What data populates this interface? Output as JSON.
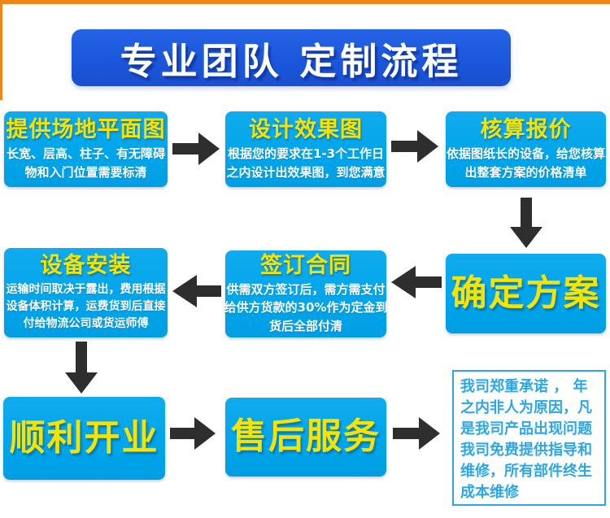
{
  "page": {
    "background": "#ffffff",
    "top_border_color": "#F08519",
    "left_border_color": "#F08519"
  },
  "colors": {
    "banner_bg": "#1B57DC",
    "box_bg": "#00A5EA",
    "title_yellow": "#F6E300",
    "body_white": "#FFFFFF",
    "arrow": "#2E2E2E",
    "promise_blue": "#2BA7E9"
  },
  "icons": {
    "arrow_right": "solid-right-flow-arrow",
    "arrow_left": "solid-left-flow-arrow",
    "arrow_down": "solid-down-flow-arrow"
  },
  "banner": {
    "title": "专业团队 定制流程"
  },
  "steps": {
    "step1": {
      "title": "提供场地平面图",
      "body": "长宽、层高、柱子、有无障碍\n物和入门位置需要标清"
    },
    "step2": {
      "title": "设计效果图",
      "body": "根据您的要求在1-3个工作日\n之内设计出效果图，到您满意"
    },
    "step3": {
      "title": "核算报价",
      "body": "依据图纸长的设备，给您核算\n出整套方案的价格清单"
    },
    "step4": {
      "title": "确定方案"
    },
    "step5": {
      "title": "签订合同",
      "body": "供需双方签订后，需方需支付\n给供方货款的30%作为定金到\n货后全部付清"
    },
    "step6": {
      "title": "设备安装",
      "body": "运输时间取决于露出，费用根据\n设备体积计算，运费货到后直接\n付给物流公司或货运师傅"
    },
    "step7": {
      "title": "顺利开业"
    },
    "step8": {
      "title": "售后服务"
    }
  },
  "promise": {
    "text": "我司郑重承诺 ， 年\n之内非人为原因，凡\n是我司产品出现问题\n我司免费提供指导和\n维修，所有部件终生\n成本维修"
  }
}
